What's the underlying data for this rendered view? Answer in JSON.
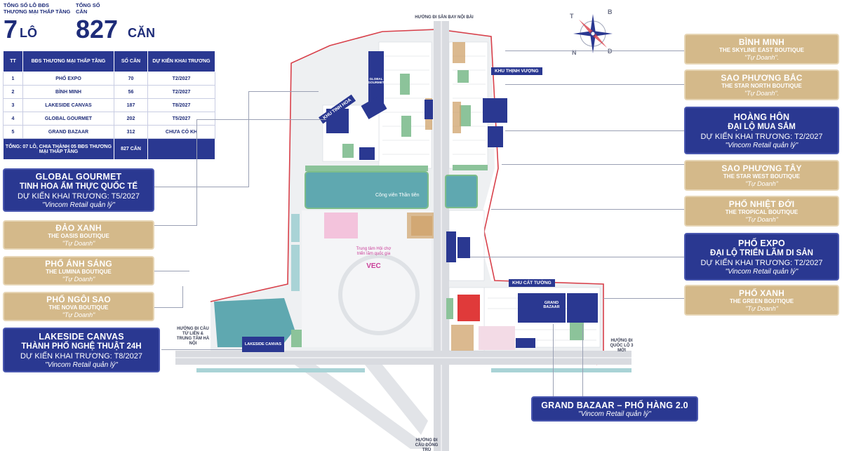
{
  "stats": {
    "lots_label": "TỔNG SỐ LÔ BĐS THƯƠNG MẠI THẤP TẦNG",
    "lots_value": "7",
    "lots_unit": "LÔ",
    "units_label": "TỔNG SỐ CĂN",
    "units_value": "827",
    "units_unit": "CĂN"
  },
  "table": {
    "headers": [
      "TT",
      "BĐS THƯƠNG MẠI THẤP TẦNG",
      "SỐ CĂN",
      "DỰ KIẾN KHAI TRƯƠNG"
    ],
    "rows": [
      [
        "1",
        "PHỐ EXPO",
        "70",
        "T2/2027"
      ],
      [
        "2",
        "BÌNH MINH",
        "56",
        "T2/2027"
      ],
      [
        "3",
        "LAKESIDE CANVAS",
        "187",
        "T8/2027"
      ],
      [
        "4",
        "GLOBAL GOURMET",
        "202",
        "T5/2027"
      ],
      [
        "5",
        "GRAND BAZAAR",
        "312",
        "CHƯA CÓ KH"
      ]
    ],
    "total_label": "TỔNG: 07 LÔ, CHIA THÀNH 05 BĐS THƯƠNG MẠI THẤP TẦNG",
    "total_value": "827 CĂN"
  },
  "left_boxes": [
    {
      "id": "global-gourmet",
      "style": "navy",
      "l1": "GLOBAL GOURMET",
      "l2": "TINH HOA ẨM THỰC QUỐC TẾ",
      "l3": "DỰ KIẾN KHAI TRƯƠNG: T5/2027",
      "l4": "\"Vincom Retail quản lý\""
    },
    {
      "id": "dao-xanh",
      "style": "gold",
      "l1": "ĐẢO XANH",
      "l2": "THE OASIS BOUTIQUE",
      "l3": "\"Tự Doanh\""
    },
    {
      "id": "pho-anh-sang",
      "style": "gold",
      "l1": "PHỐ ÁNH SÁNG",
      "l2": "THE LUMINA BOUTIQUE",
      "l3": "\"Tự Doanh\""
    },
    {
      "id": "pho-ngoi-sao",
      "style": "gold",
      "l1": "PHỐ NGÔI SAO",
      "l2": "THE NOVA BOUTIQUE",
      "l3": "\"Tự Doanh\""
    },
    {
      "id": "lakeside-canvas",
      "style": "navy",
      "l1": "LAKESIDE CANVAS",
      "l2": "THÀNH PHỐ NGHỆ THUẬT 24H",
      "l3": "DỰ KIẾN KHAI TRƯƠNG: T8/2027",
      "l4": "\"Vincom Retail quản lý\""
    }
  ],
  "right_boxes": [
    {
      "id": "binh-minh",
      "style": "gold",
      "l1": "BÌNH MINH",
      "l2": "THE SKYLINE EAST BOUTIQUE",
      "l3": "\"Tự Doanh\"."
    },
    {
      "id": "sao-phuong-bac",
      "style": "gold",
      "l1": "SAO PHƯƠNG BẮC",
      "l2": "THE STAR NORTH BOUTIQUE",
      "l3": "\"Tự Doanh\"."
    },
    {
      "id": "hoang-hon",
      "style": "navy",
      "l1": "HOÀNG HÔN",
      "l2": "ĐẠI LỘ MUA SẮM",
      "l3": "DỰ KIẾN KHAI TRƯƠNG: T2/2027",
      "l4": "\"Vincom Retail quản lý\""
    },
    {
      "id": "sao-phuong-tay",
      "style": "gold",
      "l1": "SAO PHƯƠNG TÂY",
      "l2": "THE STAR WEST BOUTIQUE",
      "l3": "\"Tự Doanh\""
    },
    {
      "id": "pho-nhiet-doi",
      "style": "gold",
      "l1": "PHỐ NHIỆT ĐỚI",
      "l2": "THE TROPICAL BOUTIQUE",
      "l3": "\"Tự Doanh\""
    },
    {
      "id": "pho-expo",
      "style": "navy",
      "l1": "PHỐ EXPO",
      "l2": "ĐẠI LỘ TRIỂN LÃM DI SẢN",
      "l3": "DỰ KIẾN KHAI TRƯƠNG: T2/2027",
      "l4": "\"Vincom Retail quản lý\""
    },
    {
      "id": "pho-xanh",
      "style": "gold",
      "l1": "PHỐ XANH",
      "l2": "THE GREEN BOUTIQUE",
      "l3": "\"Tự Doanh\""
    }
  ],
  "bottom_box": {
    "l1": "GRAND BAZAAR – PHỐ HÀNG 2.0",
    "l2": "\"Vincom Retail quản lý\""
  },
  "map": {
    "road_north": "HƯỚNG ĐI SÂN BAY NỘI BÀI",
    "road_south": "HƯỚNG ĐI CẦU ĐÔNG TRÙ",
    "road_west": "HƯỚNG ĐI CẦU TỨ LIÊN & TRUNG TÂM HÀ NỘI",
    "road_east": "HƯỚNG ĐI QUỐC LỘ 3 MỚI",
    "zone_thinh_vuong": "KHU THỊNH VƯỢNG",
    "zone_tinh_hoa": "KHU TINH HOA",
    "zone_cat_tuong": "KHU CÁT TƯỜNG",
    "park": "Công viên Thần tiên",
    "vec_desc": "Trung tâm Hội chợ triển lãm quốc gia",
    "vec": "VEC",
    "bld_global_gourmet": "GLOBAL GOURMET",
    "bld_grand_bazaar": "GRAND BAZAAR",
    "bld_lakeside": "LAKESIDE CANVAS",
    "compass": [
      "T",
      "B",
      "N",
      "Đ"
    ]
  },
  "colors": {
    "navy": "#2a3891",
    "gold": "#d4b98a",
    "boundary": "#d8404a",
    "water": "#5fa8b0",
    "vec_pink": "#f3c3dc"
  }
}
